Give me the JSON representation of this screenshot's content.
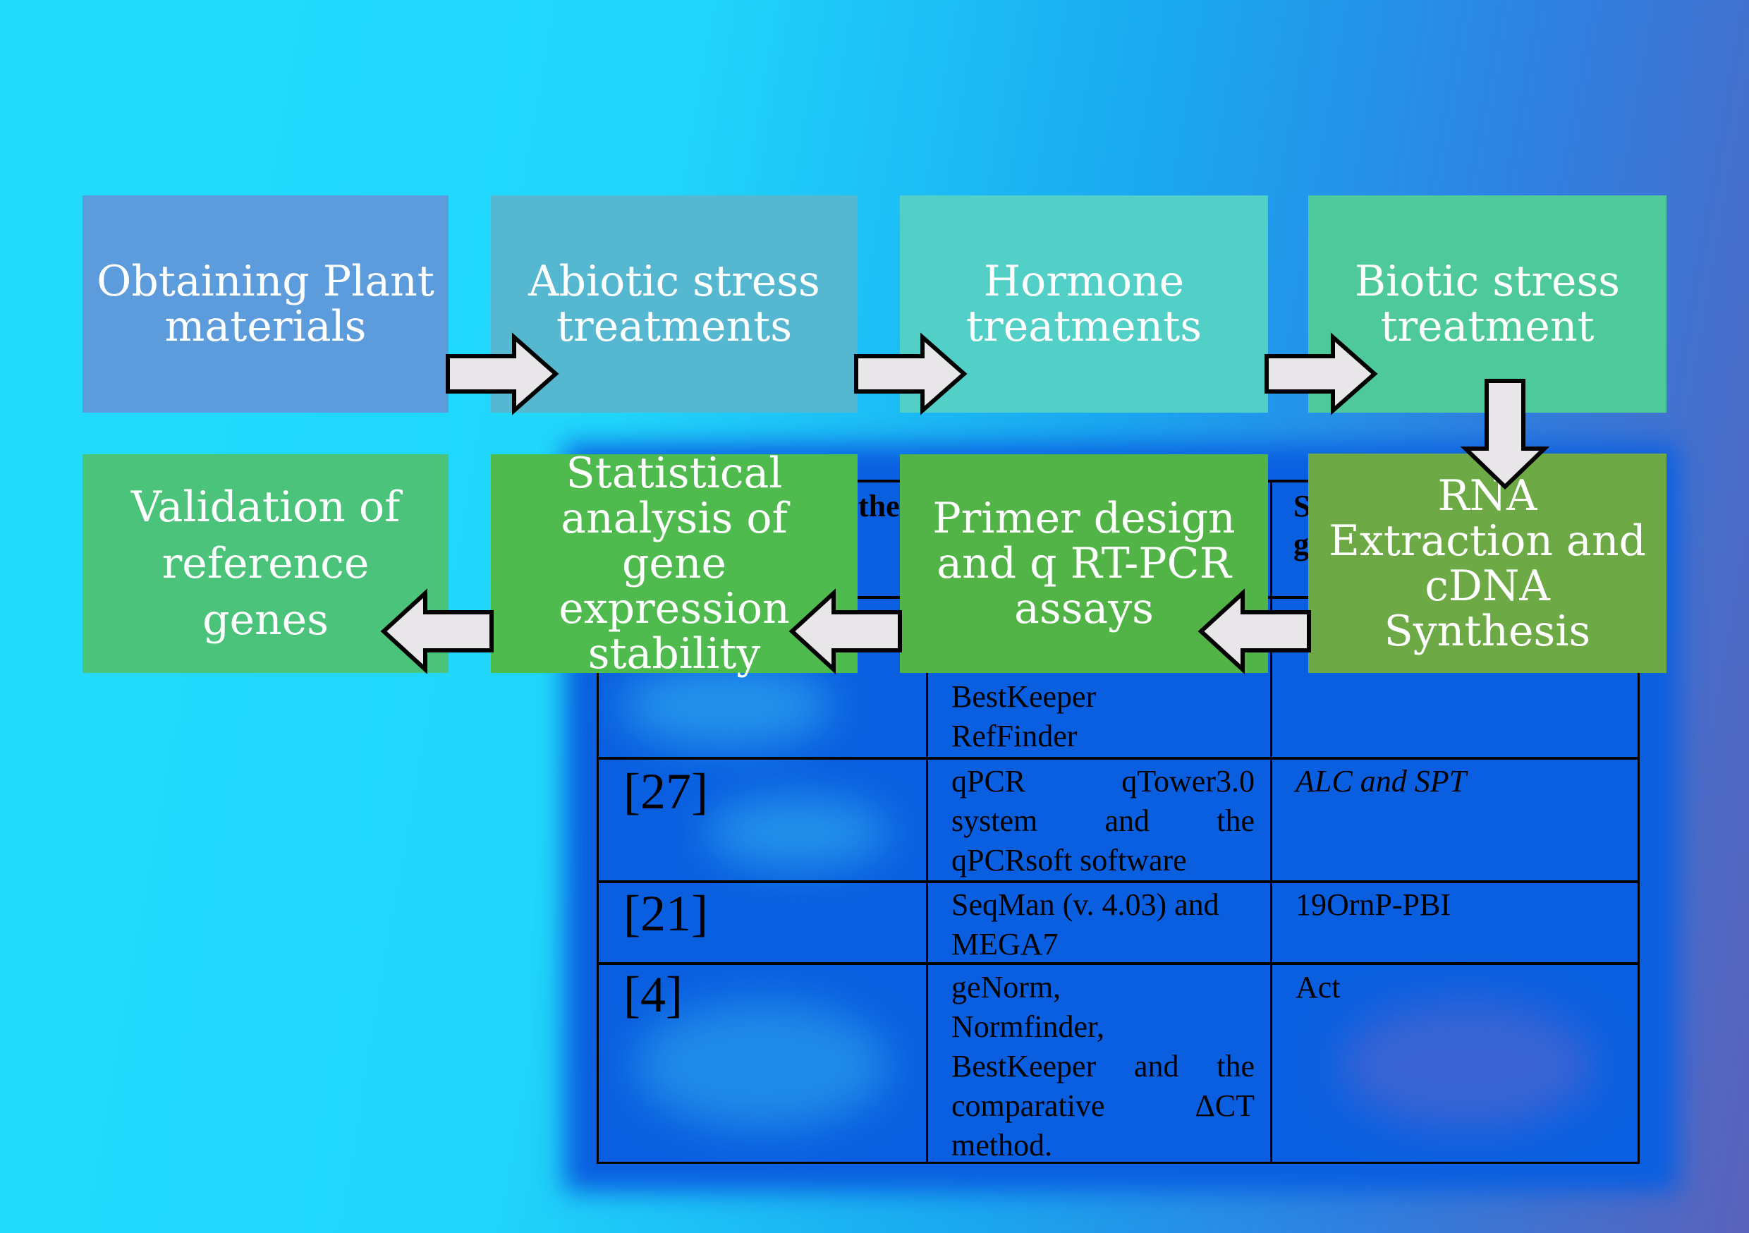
{
  "flow": {
    "row1": [
      "Obtaining Plant materials",
      "Abiotic stress treatments",
      "Hormone treatments",
      "Biotic stress treatment"
    ],
    "row2": [
      "RNA Extraction and cDNA Synthesis",
      "Primer design and q RT-PCR assays",
      "Statistical analysis of gene expression stability",
      "Validation of reference genes"
    ]
  },
  "colors": {
    "box1": "#5d9cdc",
    "box2": "#55b8d0",
    "box3": "#52cfc6",
    "box4": "#4ec99b",
    "box5": "#6daa45",
    "box6": "#52b447",
    "box7": "#4fbb4e",
    "box8": "#4cc37a",
    "arrow_fill": "#e8e6e8"
  },
  "table": {
    "header_fragments": [
      "the",
      "S",
      "g"
    ],
    "rows": [
      {
        "ref": "",
        "software": [
          "BestKeeper",
          "RefFinder"
        ],
        "genes": ""
      },
      {
        "ref": "[27]",
        "software": [
          "qPCR qTower3.0",
          "system and the",
          "qPCRsoft software"
        ],
        "genes": "ALC and SPT"
      },
      {
        "ref": "[21]",
        "software": [
          "SeqMan (v. 4.03) and",
          "MEGA7"
        ],
        "genes": "19OrnP-PBI"
      },
      {
        "ref": "[4]",
        "software": [
          "geNorm,",
          "Normfinder,",
          "BestKeeper and the",
          "comparative ΔCT",
          "method."
        ],
        "genes": "Act"
      }
    ]
  }
}
